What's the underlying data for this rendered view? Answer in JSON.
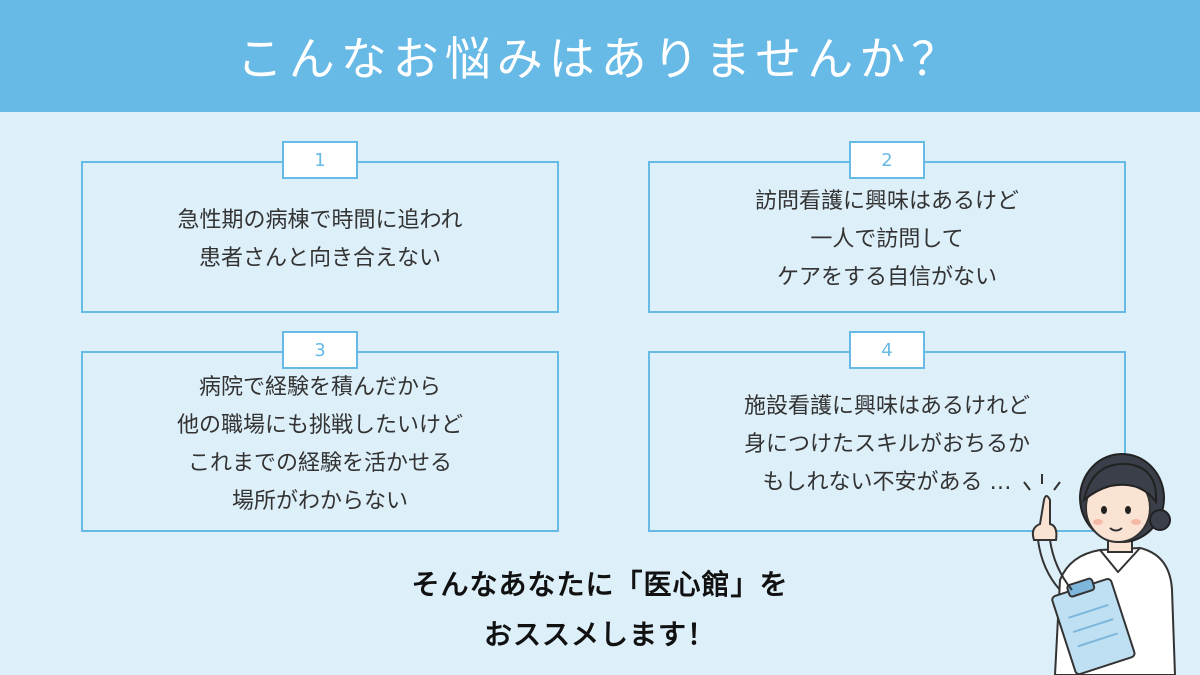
{
  "header": {
    "title": "こんなお悩みはありませんか？"
  },
  "cards": [
    {
      "number": "1",
      "text": "急性期の病棟で時間に追われ\n患者さんと向き合えない"
    },
    {
      "number": "2",
      "text": "訪問看護に興味はあるけど\n一人で訪問して\nケアをする自信がない"
    },
    {
      "number": "3",
      "text": "病院で経験を積んだから\n他の職場にも挑戦したいけど\nこれまでの経験を活かせる\n場所がわからない"
    },
    {
      "number": "4",
      "text": "施設看護に興味はあるけれど\n身につけたスキルがおちるか\nもしれない不安がある …"
    }
  ],
  "cta": {
    "line1": "そんなあなたに「医心館」を",
    "line2": "おススメします！"
  },
  "colors": {
    "accent": "#67b9e6",
    "background": "#ddeff9",
    "text": "#333333"
  },
  "icons": {
    "illustration": "nurse-pointing-illustration"
  }
}
